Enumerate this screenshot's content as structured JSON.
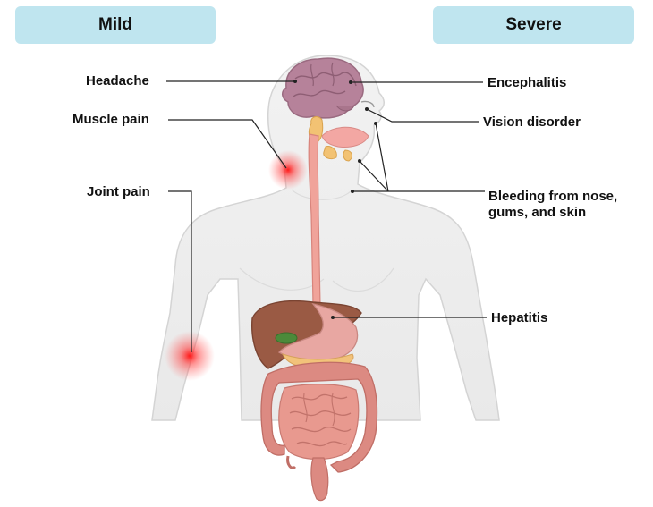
{
  "headers": {
    "mild": "Mild",
    "severe": "Severe"
  },
  "symptoms": {
    "headache": "Headache",
    "muscle_pain": "Muscle pain",
    "joint_pain": "Joint pain",
    "encephalitis": "Encephalitis",
    "vision_disorder": "Vision disorder",
    "bleeding_line1": "Bleeding from nose,",
    "bleeding_line2": "gums, and skin",
    "hepatitis": "Hepatitis"
  },
  "colors": {
    "header_bg": "#bfe5ef",
    "body": "#efefef",
    "body_outline": "#d6d6d6",
    "brain": "#b9839a",
    "esophagus": "#f0a39a",
    "liver": "#9a5a44",
    "stomach": "#e6a09c",
    "intestine": "#dc8a82",
    "pain_glow": "#ff2a2a",
    "leader_line": "#222222"
  }
}
